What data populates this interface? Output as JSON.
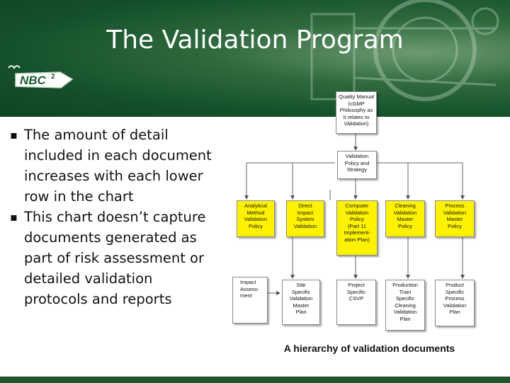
{
  "slide": {
    "title": "The Validation Program",
    "logo_text": "NBC",
    "logo_superscript": "2",
    "bullets": [
      "The amount of detail included in each document increases with each lower row in the chart",
      "This chart doesn’t capture documents generated as part of risk assessment or detailed validation protocols and reports"
    ],
    "caption": "A hierarchy of validation documents"
  },
  "colors": {
    "header_green": "#14502a",
    "highlight_yellow": "#fff200",
    "footer_green": "#1c5a2d"
  },
  "diagram": {
    "top": "Quality Manual\n(cGMP\nPhilosophy as\nit relates to\nValidation)",
    "policy": "Validation\nPolicy and\nStrategy",
    "row3": [
      "Analytical\nMethod\nValidation\nPolicy",
      "Direct\nImpact\nSystem\nValidation",
      "Computer\nValidation\nPolicy\n(Part 11\nImplement-\nation Plan)",
      "Cleaning\nValidation\nMaster\nPolicy",
      "Process\nValidation\nMaster\nPolicy"
    ],
    "row4": [
      "Impact\nAssess-\nment",
      "Site\nSpecific\nValidation\nMaster\nPlan",
      "Project\nSpecific\nCSVP",
      "Production\nTrain\nSpecific\nCleaning\nValidation\nPlan",
      "Product\nSpecific\nProcess\nValidation\nPlan"
    ]
  }
}
